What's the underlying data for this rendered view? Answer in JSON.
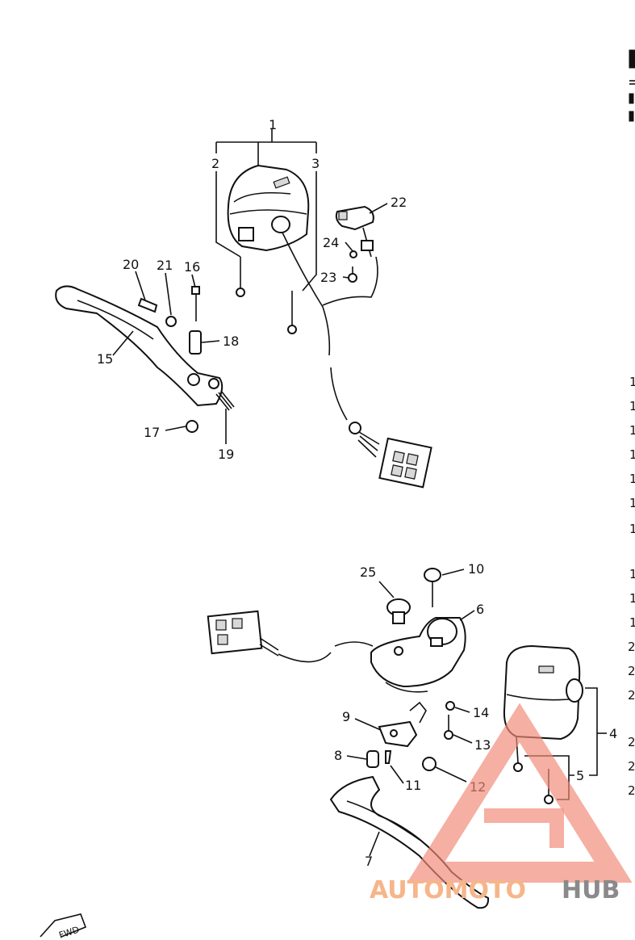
{
  "callouts": {
    "c1": "1",
    "c2": "2",
    "c3": "3",
    "c4": "4",
    "c5": "5",
    "c6": "6",
    "c7": "7",
    "c8": "8",
    "c9": "9",
    "c10": "10",
    "c11": "11",
    "c12": "12",
    "c13": "13",
    "c14": "14",
    "c15": "15",
    "c16": "16",
    "c17": "17",
    "c18": "18",
    "c19": "19",
    "c20": "20",
    "c21": "21",
    "c22": "22",
    "c23": "23",
    "c24": "24",
    "c25": "25"
  },
  "right_edge_fragments": [
    "1",
    "1",
    "1",
    "1",
    "1",
    "1",
    "1",
    "1",
    "1",
    "1",
    "2",
    "2",
    "2",
    "2",
    "2",
    "2"
  ],
  "watermark": {
    "part1": "AUTOMOTO",
    "part2": "HUB",
    "color_primary": "#f6b58a",
    "color_secondary": "#8a8a8a"
  },
  "front_marker": "FWD"
}
